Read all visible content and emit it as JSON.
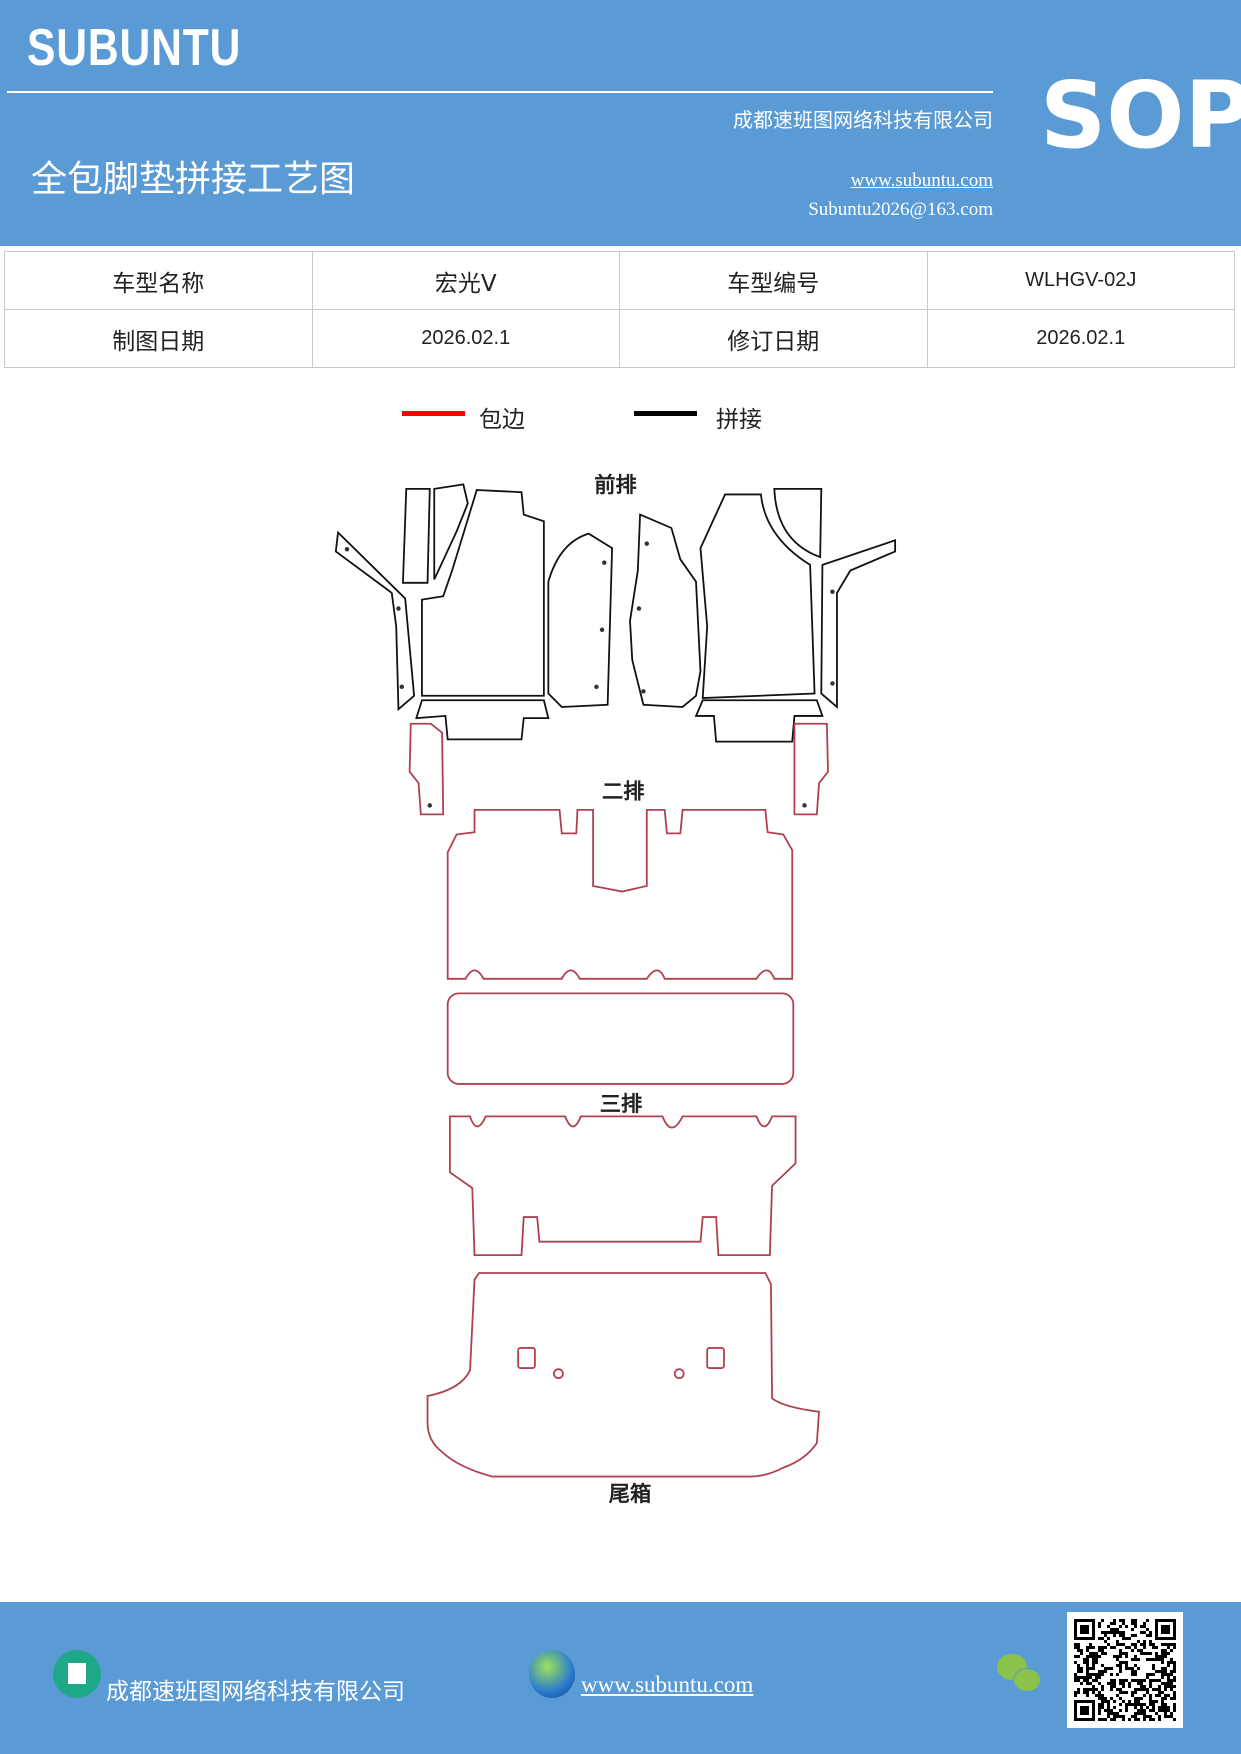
{
  "header": {
    "brand": "SUBUNTU",
    "company": "成都速班图网络科技有限公司",
    "doc_type": "SOP",
    "title": "全包脚垫拼接工艺图",
    "website": "www.subuntu.com",
    "email": "Subuntu2026@163.com"
  },
  "info_table": {
    "rows": [
      [
        "车型名称",
        "宏光Ⅴ",
        "车型编号",
        "WLHGV-02J"
      ],
      [
        "制图日期",
        "2026.02.1",
        "修订日期",
        "2026.02.1"
      ]
    ]
  },
  "legend": {
    "items": [
      {
        "label": "包边",
        "color": "#ff0000"
      },
      {
        "label": "拼接",
        "color": "#000000"
      }
    ]
  },
  "diagram": {
    "sections": [
      "前排",
      "二排",
      "三排",
      "尾箱"
    ],
    "edge_color": "#c0392b",
    "seam_color": "#111111"
  },
  "footer": {
    "company": "成都速班图网络科技有限公司",
    "website": "www.subuntu.com",
    "icons": [
      "building-icon",
      "globe-icon",
      "wechat-icon",
      "qr-code"
    ]
  },
  "colors": {
    "brand_blue": "#5b9bd5"
  }
}
